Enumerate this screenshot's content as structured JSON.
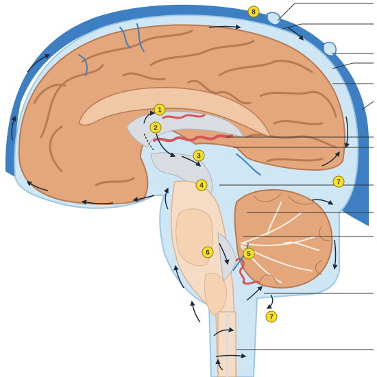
{
  "diagram": {
    "markers": [
      {
        "id": "m1",
        "label": "1"
      },
      {
        "id": "m2",
        "label": "2"
      },
      {
        "id": "m3",
        "label": "3"
      },
      {
        "id": "m4",
        "label": "4"
      },
      {
        "id": "m5",
        "label": "5"
      },
      {
        "id": "m6",
        "label": "6"
      },
      {
        "id": "m7a",
        "label": "7"
      },
      {
        "id": "m7b",
        "label": "7"
      },
      {
        "id": "m8",
        "label": "8"
      }
    ],
    "colors": {
      "sinus": "#3d7fc2",
      "csf": "#cfe6f4",
      "csf_edge": "#9cc8e4",
      "brain": "#e4a77c",
      "brain_dark": "#b87a52",
      "brain_light": "#f1c8a6",
      "ventricle": "#d9dde2",
      "choroid": "#d2565a",
      "pale": "#f6dcc4",
      "badge": "#f7df2b",
      "line": "#333333"
    }
  }
}
